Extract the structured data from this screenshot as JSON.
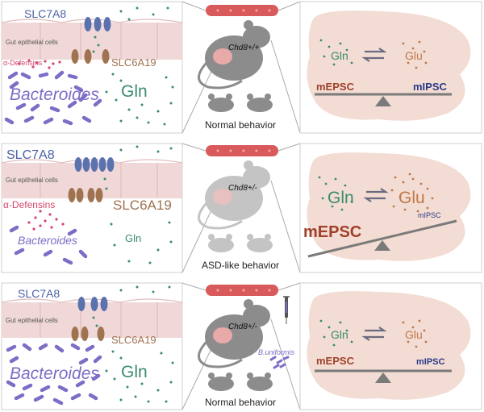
{
  "colors": {
    "epithelium": "#f0d8d8",
    "epithelium_line": "#e2bcbc",
    "transporter_slc7a8": "#5a72ad",
    "transporter_slc6a19": "#a07350",
    "bacteroides": "#7e6cc6",
    "defensin_dots": "#d5466a",
    "gln_dots": "#3a8c6e",
    "glu_dots": "#c0784a",
    "brain_fill": "#f2dcd3",
    "mepsc_text": "#a0402a",
    "mipsc_text": "#2c3a8a",
    "vessel": "#d85a5a",
    "mouse_normal": "#8c8c8c",
    "mouse_asd": "#c4c4c4",
    "panel_border": "#cfcfcf",
    "fulcrum": "#7a7a7a",
    "balance_beam": "#7a7a7a",
    "exchange_arrows": "#6a6a80"
  },
  "rows": [
    {
      "gut": {
        "slc7a8": "SLC7A8",
        "epithelium": "Gut epithelial cells",
        "slc6a19": "SLC6A19",
        "defensins": "α-Defensins",
        "bacteroides": "Bacteroides",
        "gln": "Gln"
      },
      "mouse": {
        "genotype": "Chd8+/+",
        "behavior": "Normal behavior"
      },
      "brain": {
        "gln": "Gln",
        "glu": "Glu",
        "mepsc": "mEPSC",
        "mipsc": "mIPSC"
      }
    },
    {
      "gut": {
        "slc7a8": "SLC7A8",
        "epithelium": "Gut epithelial cells",
        "slc6a19": "SLC6A19",
        "defensins": "α-Defensins",
        "bacteroides": "Bacteroides",
        "gln": "Gln"
      },
      "mouse": {
        "genotype": "Chd8+/-",
        "behavior": "ASD-like behavior"
      },
      "brain": {
        "gln": "Gln",
        "glu": "Glu",
        "mepsc": "mEPSC",
        "mipsc": "mIPSC"
      }
    },
    {
      "gut": {
        "slc7a8": "SLC7A8",
        "epithelium": "Gut epithelial cells",
        "slc6a19": "SLC6A19",
        "bacteroides": "Bacteroides",
        "gln": "Gln"
      },
      "mouse": {
        "genotype": "Chd8+/-",
        "behavior": "Normal behavior",
        "treatment": "B.uniformis"
      },
      "brain": {
        "gln": "Gln",
        "glu": "Glu",
        "mepsc": "mEPSC",
        "mipsc": "mIPSC"
      }
    }
  ]
}
